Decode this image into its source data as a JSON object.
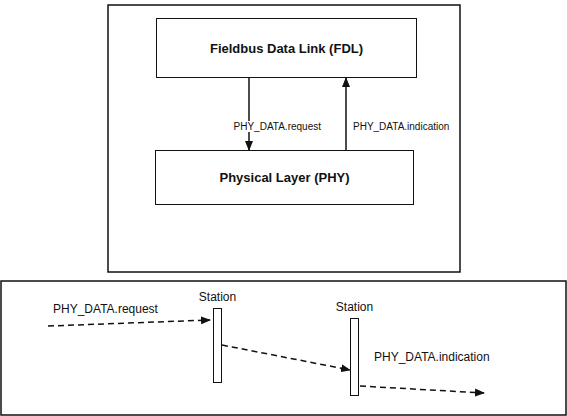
{
  "diagram": {
    "nodes": [
      {
        "text": [
          "Fieldbus Data Link (FDL)"
        ]
      },
      {
        "text": [
          "Physical Layer (PHY)"
        ]
      },
      {
        "text": [
          "Station"
        ]
      },
      {
        "text": [
          "Station"
        ]
      }
    ],
    "edges": [
      {
        "from": 0,
        "to": 1,
        "arrow": "to",
        "label": "PHY_DATA.request"
      },
      {
        "from": 1,
        "to": 0,
        "arrow": "to",
        "label": "PHY_DATA.indication"
      },
      {
        "from": 2,
        "to": 3,
        "arrow": "to"
      }
    ],
    "labels": [
      "PHY_DATA.request",
      "PHY_DATA.indication"
    ]
  }
}
